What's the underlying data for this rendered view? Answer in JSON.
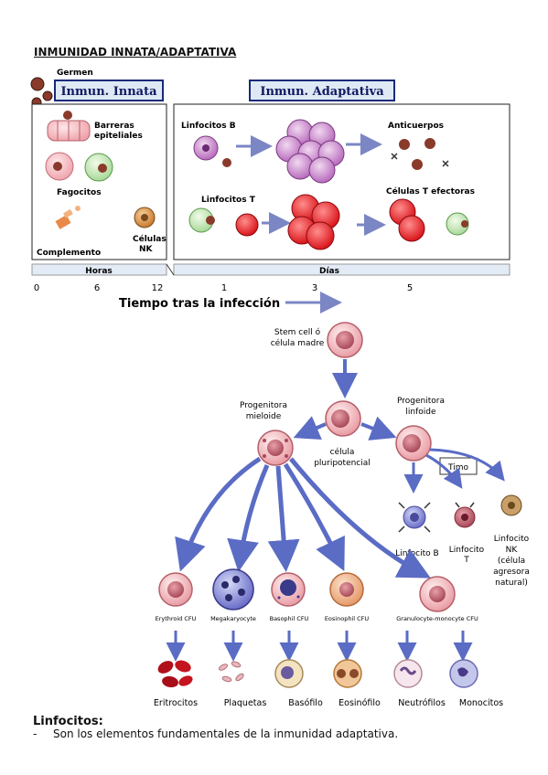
{
  "document": {
    "heading": "INMUNIDAD INNATA/ADAPTATIVA",
    "section_heading": "Linfocitos:",
    "bullet_dash": "-",
    "bullet_text": "Son los elementos fundamentales de la inmunidad adaptativa."
  },
  "figure1": {
    "germen": "Germen",
    "innate_title": "Inmun. Innata",
    "adaptive_title": "Inmun. Adaptativa",
    "barreras_1": "Barreras",
    "barreras_2": "epiteliales",
    "fagocitos": "Fagocitos",
    "complemento": "Complemento",
    "nk_1": "Células",
    "nk_2": "NK",
    "linfocitos_b": "Linfocitos B",
    "anticuerpos": "Anticuerpos",
    "linfocitos_t": "Linfocitos T",
    "t_efectoras": "Células T efectoras",
    "horas": "Horas",
    "dias": "Días",
    "ticks": [
      "0",
      "6",
      "12",
      "1",
      "3",
      "5"
    ],
    "tiempo": "Tiempo tras la infección"
  },
  "figure2": {
    "stem_1": "Stem cell ó",
    "stem_2": "célula madre",
    "prog_mieloide_1": "Progenitora",
    "prog_mieloide_2": "mieloide",
    "pluri_1": "célula",
    "pluri_2": "pluripotencial",
    "prog_linfoide_1": "Progenitora",
    "prog_linfoide_2": "linfoide",
    "timo": "Timo",
    "linfocito_b": "Linfocito B",
    "linfocito_t_1": "Linfocito",
    "linfocito_t_2": "T",
    "nk_lines": [
      "Linfocito",
      "NK",
      "(célula",
      "agresora",
      "natural)"
    ],
    "cfu_labels": [
      "Erythroid CFU",
      "Megakaryocyte",
      "Basophil CFU",
      "Eosinophil CFU",
      "Granulocyte-monocyte CFU"
    ],
    "final_labels": [
      "Eritrocitos",
      "Plaquetas",
      "Basófilo",
      "Eosinófilo",
      "Neutrófilos",
      "Monocitos"
    ]
  }
}
